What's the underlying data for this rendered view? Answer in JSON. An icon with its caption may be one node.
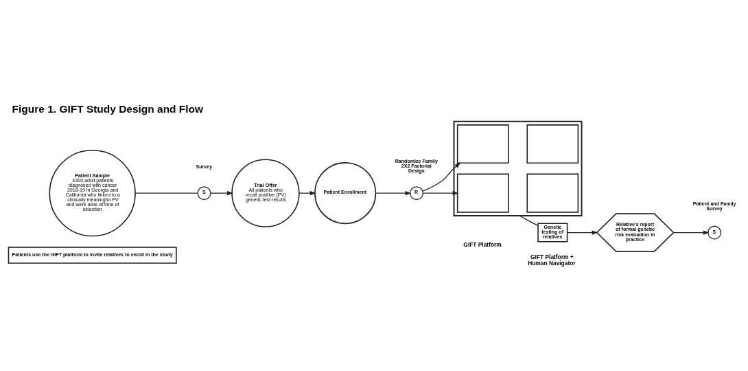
{
  "diagram": {
    "title": "Figure 1. GIFT Study Design and Flow",
    "nodes": [
      {
        "text": [
          "Patients use the GIFT platform to invite relatives to enroll in the study"
        ]
      },
      {
        "text": [],
        "shape": "box"
      },
      {
        "text": [],
        "shape": "box",
        "in": 1
      },
      {
        "text": [],
        "shape": "box",
        "in": 1
      },
      {
        "text": [],
        "shape": "box",
        "in": 1
      },
      {
        "text": [],
        "shape": "box",
        "in": 1
      },
      {
        "text": [
          "Patient Enrollment"
        ]
      },
      {
        "text": [
          "R"
        ],
        "beside": [
          "Randomize Family 2X2 Factorial Design"
        ]
      },
      {
        "text": [
          "Genetic testing of relatives"
        ]
      },
      {
        "text": [
          "Relative's report of formal genetic risk evaluation in practice"
        ]
      },
      {
        "text": [
          "S"
        ],
        "beside": [
          "Patient and Family Survey"
        ]
      },
      {
        "text": [
          "Patient Sample",
          "4300 adult patients diagnosed with cancer 2018-19 in Georgia and California who linked to a clinically meaningful PV and were alive at time of selection"
        ]
      },
      {
        "text": [
          "S"
        ],
        "beside": [
          "Survey"
        ]
      },
      {
        "text": [
          "Trial Offer",
          "All patients who recall positive (PV) genetic test results"
        ]
      }
    ],
    "edges": [
      {
        "from": 11,
        "to": 12,
        "arrow": "none"
      },
      {
        "from": 12,
        "to": 13,
        "arrow": "to"
      },
      {
        "from": 13,
        "to": 6,
        "arrow": "to"
      },
      {
        "from": 6,
        "to": 7,
        "arrow": "to"
      },
      {
        "from": 7,
        "to": 2,
        "arrow": "to"
      },
      {
        "from": 7,
        "to": 4,
        "arrow": "to"
      },
      {
        "from": 1,
        "to": 8,
        "arrow": "none"
      },
      {
        "from": 8,
        "to": 9,
        "arrow": "to"
      },
      {
        "from": 9,
        "to": 10,
        "arrow": "to"
      }
    ],
    "labels": [
      "GIFT Platform",
      "GIFT Platform + Human Navigator"
    ]
  }
}
